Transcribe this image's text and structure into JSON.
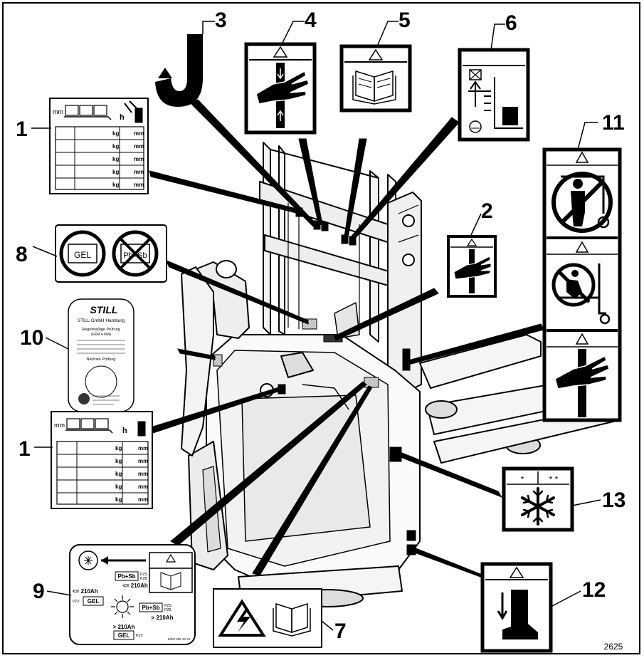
{
  "callouts": [
    "1",
    "2",
    "3",
    "4",
    "5",
    "6",
    "7",
    "8",
    "9",
    "10",
    "11",
    "12",
    "13",
    "1"
  ],
  "figure_id": "2625",
  "labels": {
    "mm": "mm",
    "h": "h",
    "kg": "kg",
    "gel": "GEL",
    "pbsb": "Pb+Sb",
    "pzs": "PZS",
    "pzb": "PZB",
    "pzv": "PZV",
    "le210": "<= 210Ah",
    "gt210": "> 210Ah",
    "code9": "5003 455 10 31",
    "still_logo": "STILL",
    "still_company": "STILL GmbH Hamburg",
    "still_title": "Regelmäßige Prüfung",
    "still_sub": "(FEM 4.004)",
    "still_next": "Nächste Prüfung"
  },
  "colors": {
    "ink": "#000000",
    "paper": "#ffffff",
    "shade": "#bdbdbd",
    "truck": "#e8e8e8"
  }
}
